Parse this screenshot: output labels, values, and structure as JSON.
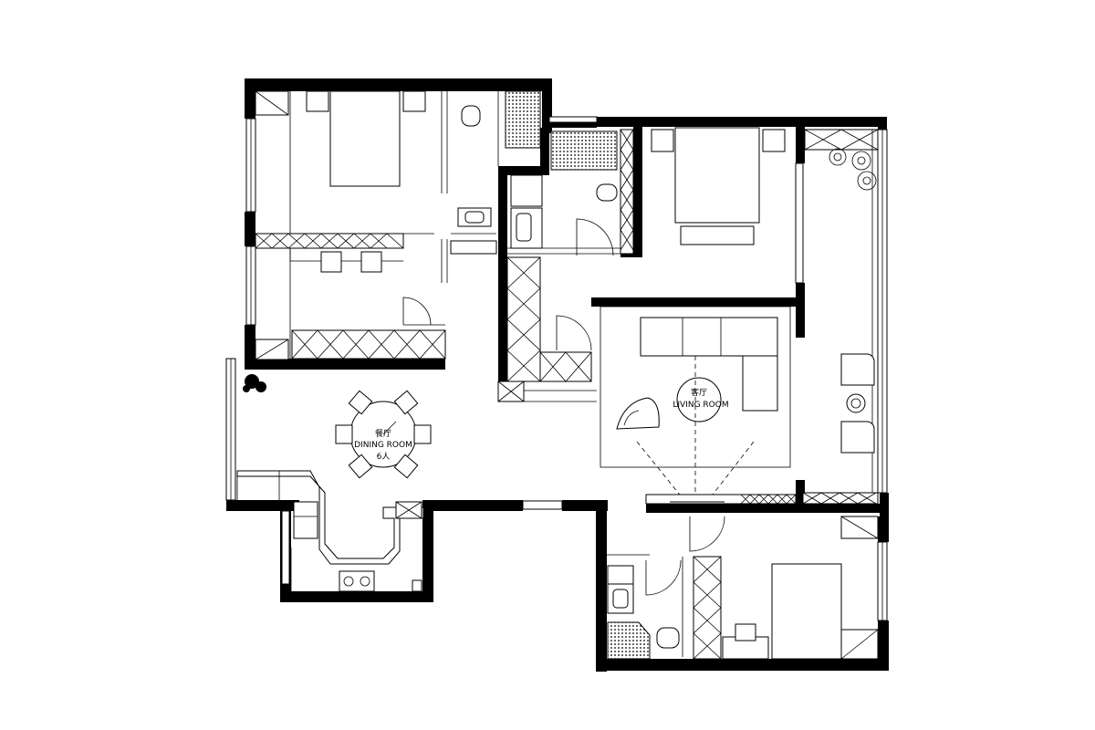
{
  "rooms": {
    "living": {
      "cn": "客厅",
      "en": "LIVING ROOM"
    },
    "dining": {
      "cn": "餐厅",
      "en": "DINING ROOM",
      "seats": "6人"
    }
  }
}
